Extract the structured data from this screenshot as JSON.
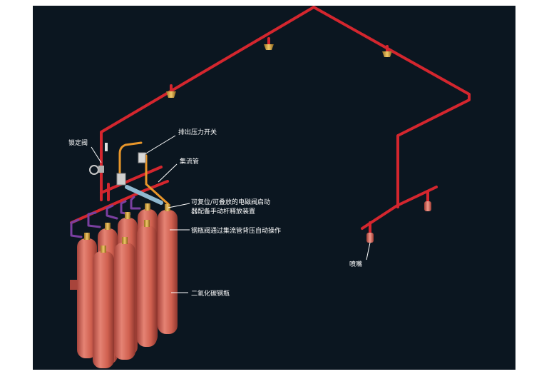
{
  "colors": {
    "background": "#ffffff",
    "panel": "#0b1620",
    "pipe_red": "#d4262e",
    "pipe_orange": "#e8962a",
    "pipe_purple": "#7a3fa0",
    "pipe_blue": "#8fb8d0",
    "cylinder": "#d96a5c",
    "valve_gold": "#d9a84a",
    "leader": "#ffffff",
    "text": "#ffffff"
  },
  "labels": {
    "lock_valve": "锁定阀",
    "pressure_switch": "排出压力开关",
    "manifold": "集流管",
    "solenoid_line1": "可复位/可叠放的电磁阀启动",
    "solenoid_line2": "器配备手动杆释放装置",
    "cylinder_valve": "钢瓶阀通过集流管背压自动操作",
    "co2_cylinder": "二氧化碳钢瓶",
    "nozzle": "喷嘴"
  }
}
